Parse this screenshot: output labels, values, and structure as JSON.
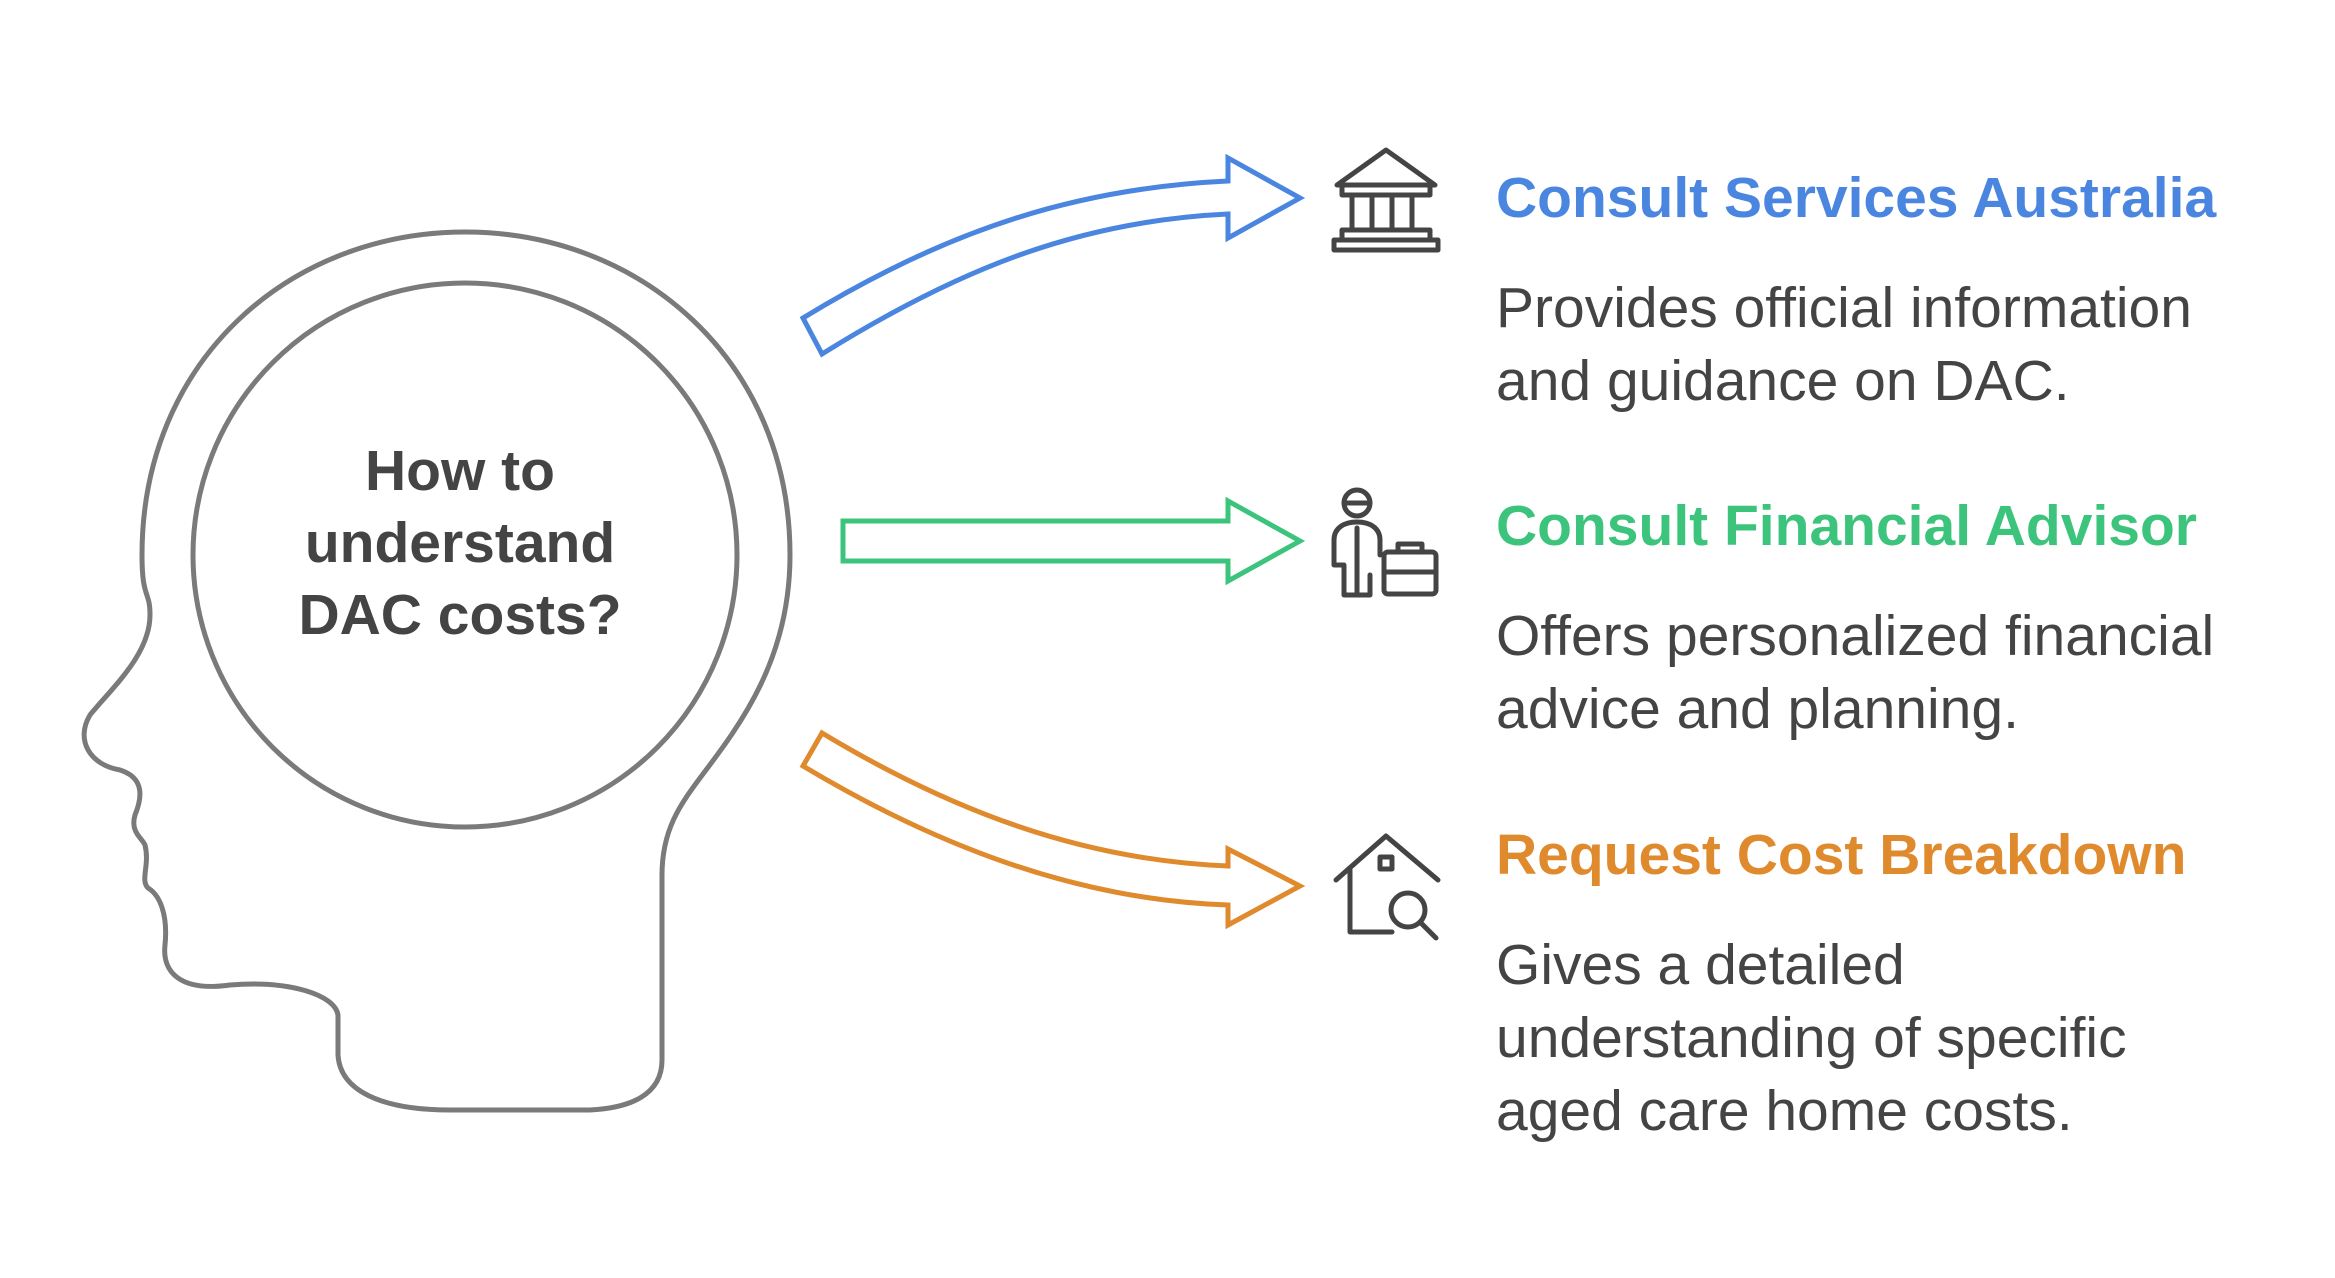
{
  "center": {
    "lines": [
      "How to",
      "understand",
      "DAC costs?"
    ]
  },
  "options": [
    {
      "title": "Consult Services Australia",
      "icon": "bank-icon",
      "color": "#4A86E0",
      "description": [
        "Provides official information",
        "and guidance on DAC."
      ]
    },
    {
      "title": "Consult Financial Advisor",
      "icon": "advisor-briefcase-icon",
      "color": "#3CC47C",
      "description": [
        "Offers personalized financial",
        "advice and planning."
      ]
    },
    {
      "title": "Request Cost Breakdown",
      "icon": "house-search-icon",
      "color": "#E08A2E",
      "description": [
        "Gives a detailed",
        "understanding of specific",
        "aged care home costs."
      ]
    }
  ]
}
